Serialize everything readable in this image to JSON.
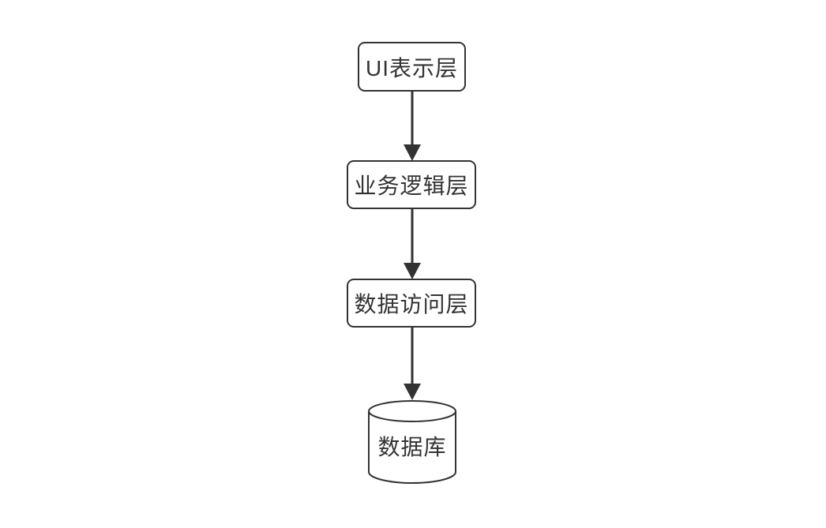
{
  "diagram": {
    "title": "layered-architecture-flowchart",
    "direction": "top-down",
    "nodes": [
      {
        "id": "ui",
        "label": "UI表示层",
        "shape": "rounded-rect"
      },
      {
        "id": "business",
        "label": "业务逻辑层",
        "shape": "rounded-rect"
      },
      {
        "id": "data-access",
        "label": "数据访问层",
        "shape": "rounded-rect"
      },
      {
        "id": "database",
        "label": "数据库",
        "shape": "cylinder"
      }
    ],
    "edges": [
      {
        "from": "ui",
        "to": "business",
        "style": "solid-arrow"
      },
      {
        "from": "business",
        "to": "data-access",
        "style": "solid-arrow"
      },
      {
        "from": "data-access",
        "to": "database",
        "style": "solid-arrow"
      }
    ],
    "colors": {
      "background": "#ffffff",
      "stroke": "#333333",
      "fill": "#ffffff",
      "text": "#333333"
    }
  }
}
